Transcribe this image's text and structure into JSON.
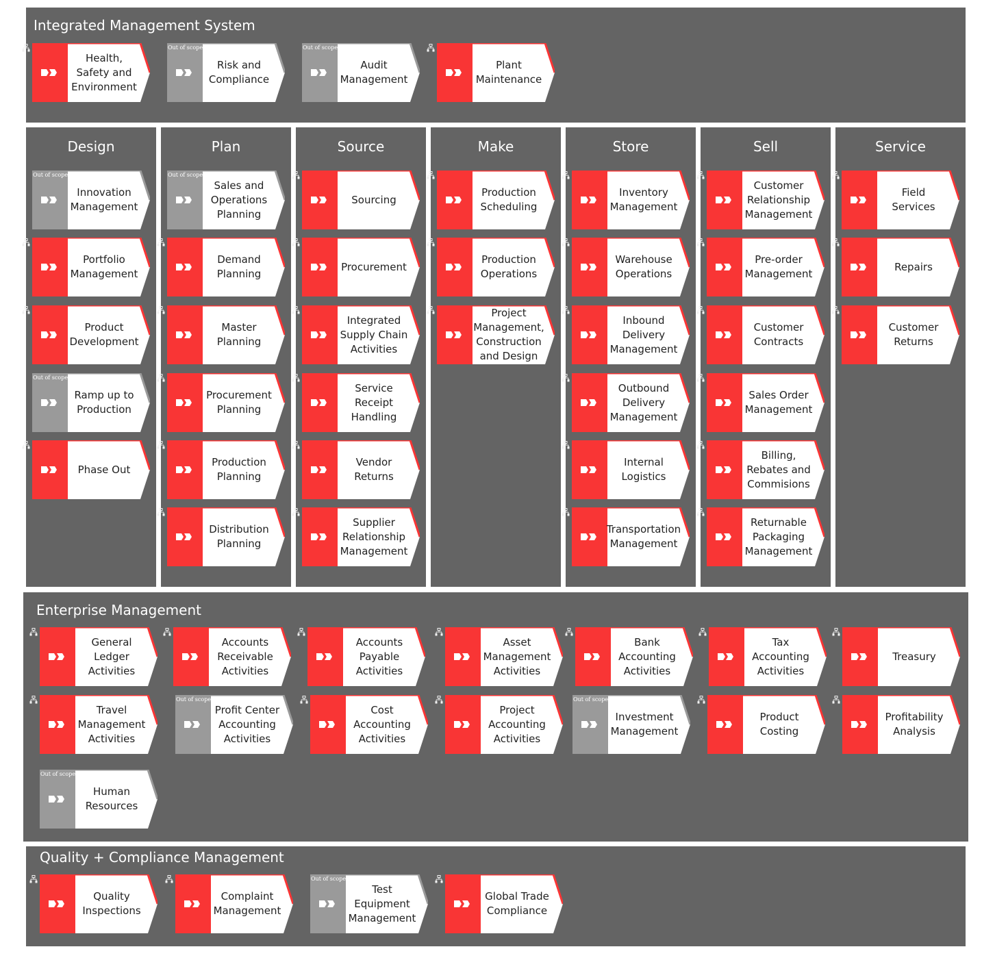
{
  "colors": {
    "panel": "#646464",
    "in_scope": "#f93535",
    "out_of_scope": "#9a9a9a",
    "card": "#ffffff"
  },
  "out_of_scope_label": "Out of scope",
  "ims": {
    "title": "Integrated Management System",
    "cards": [
      {
        "label": "Health, Safety and Environment",
        "oos": false,
        "icon": true
      },
      {
        "label": "Risk and Compliance",
        "oos": true,
        "icon": false
      },
      {
        "label": "Audit Management",
        "oos": true,
        "icon": false
      },
      {
        "label": "Plant Maintenance",
        "oos": false,
        "icon": true
      }
    ]
  },
  "columns": [
    {
      "title": "Design",
      "cards": [
        {
          "label": "Innovation Management",
          "oos": true,
          "icon": false
        },
        {
          "label": "Portfolio Management",
          "oos": false,
          "icon": true
        },
        {
          "label": "Product Development",
          "oos": false,
          "icon": true
        },
        {
          "label": "Ramp up to Production",
          "oos": true,
          "icon": false
        },
        {
          "label": "Phase Out",
          "oos": false,
          "icon": true
        }
      ]
    },
    {
      "title": "Plan",
      "cards": [
        {
          "label": "Sales and Operations Planning",
          "oos": true,
          "icon": false
        },
        {
          "label": "Demand Planning",
          "oos": false,
          "icon": true
        },
        {
          "label": "Master Planning",
          "oos": false,
          "icon": true
        },
        {
          "label": "Procurement Planning",
          "oos": false,
          "icon": true
        },
        {
          "label": "Production Planning",
          "oos": false,
          "icon": true
        },
        {
          "label": "Distribution Planning",
          "oos": false,
          "icon": true
        }
      ]
    },
    {
      "title": "Source",
      "cards": [
        {
          "label": "Sourcing",
          "oos": false,
          "icon": true
        },
        {
          "label": "Procurement",
          "oos": false,
          "icon": true
        },
        {
          "label": "Integrated Supply Chain Activities",
          "oos": false,
          "icon": true
        },
        {
          "label": "Service Receipt Handling",
          "oos": false,
          "icon": true
        },
        {
          "label": "Vendor Returns",
          "oos": false,
          "icon": true
        },
        {
          "label": "Supplier Relationship Management",
          "oos": false,
          "icon": true
        }
      ]
    },
    {
      "title": "Make",
      "cards": [
        {
          "label": "Production Scheduling",
          "oos": false,
          "icon": true
        },
        {
          "label": "Production Operations",
          "oos": false,
          "icon": true
        },
        {
          "label": "Project Management, Construction and Design",
          "oos": false,
          "icon": true
        }
      ]
    },
    {
      "title": "Store",
      "cards": [
        {
          "label": "Inventory Management",
          "oos": false,
          "icon": true
        },
        {
          "label": "Warehouse Operations",
          "oos": false,
          "icon": true
        },
        {
          "label": "Inbound Delivery Management",
          "oos": false,
          "icon": true
        },
        {
          "label": "Outbound Delivery Management",
          "oos": false,
          "icon": true
        },
        {
          "label": "Internal Logistics",
          "oos": false,
          "icon": true
        },
        {
          "label": "Transportation Management",
          "oos": false,
          "icon": true
        }
      ]
    },
    {
      "title": "Sell",
      "cards": [
        {
          "label": "Customer Relationship Management",
          "oos": false,
          "icon": true
        },
        {
          "label": "Pre-order Management",
          "oos": false,
          "icon": true
        },
        {
          "label": "Customer Contracts",
          "oos": false,
          "icon": true
        },
        {
          "label": "Sales Order Management",
          "oos": false,
          "icon": true
        },
        {
          "label": "Billing, Rebates and Commisions",
          "oos": false,
          "icon": true
        },
        {
          "label": "Returnable Packaging Management",
          "oos": false,
          "icon": true
        }
      ]
    },
    {
      "title": "Service",
      "cards": [
        {
          "label": "Field Services",
          "oos": false,
          "icon": true
        },
        {
          "label": "Repairs",
          "oos": false,
          "icon": true
        },
        {
          "label": "Customer Returns",
          "oos": false,
          "icon": true
        }
      ]
    }
  ],
  "enterprise": {
    "title": "Enterprise Management",
    "rows": [
      [
        {
          "label": "General Ledger Activities",
          "oos": false,
          "icon": true
        },
        {
          "label": "Accounts Receivable Activities",
          "oos": false,
          "icon": true
        },
        {
          "label": "Accounts Payable Activities",
          "oos": false,
          "icon": true
        },
        {
          "label": "Asset Management Activities",
          "oos": false,
          "icon": true
        },
        {
          "label": "Bank Accounting Activities",
          "oos": false,
          "icon": true
        },
        {
          "label": "Tax Accounting Activities",
          "oos": false,
          "icon": true
        },
        {
          "label": "Treasury",
          "oos": false,
          "icon": true
        }
      ],
      [
        {
          "label": "Travel Management Activities",
          "oos": false,
          "icon": true
        },
        {
          "label": "Profit Center Accounting Activities",
          "oos": true,
          "icon": false
        },
        {
          "label": "Cost Accounting Activities",
          "oos": false,
          "icon": true
        },
        {
          "label": "Project Accounting Activities",
          "oos": false,
          "icon": true
        },
        {
          "label": "Investment Management",
          "oos": true,
          "icon": false
        },
        {
          "label": "Product Costing",
          "oos": false,
          "icon": true
        },
        {
          "label": "Profitability Analysis",
          "oos": false,
          "icon": true
        }
      ],
      [
        {
          "label": "Human Resources",
          "oos": true,
          "icon": false
        }
      ]
    ]
  },
  "quality": {
    "title": "Quality + Compliance Management",
    "cards": [
      {
        "label": "Quality Inspections",
        "oos": false,
        "icon": true
      },
      {
        "label": "Complaint Management",
        "oos": false,
        "icon": true
      },
      {
        "label": "Test Equipment Management",
        "oos": true,
        "icon": false
      },
      {
        "label": "Global Trade Compliance",
        "oos": false,
        "icon": true
      }
    ]
  }
}
